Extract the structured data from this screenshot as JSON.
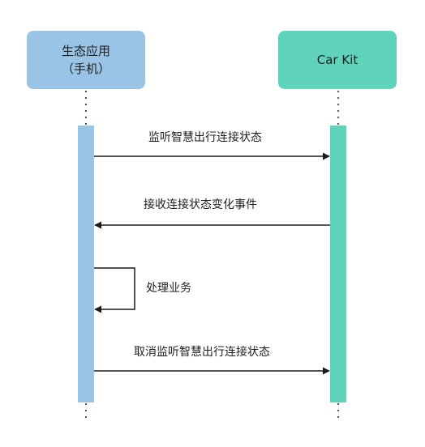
{
  "colors": {
    "left_actor": "#9ac4e6",
    "right_actor": "#5fd3bc",
    "arrow": "#1a1a1a",
    "text": "#1f1f1f"
  },
  "actors": {
    "left": {
      "line1": "生态应用",
      "line2": "（手机）"
    },
    "right": {
      "label": "Car Kit"
    }
  },
  "messages": {
    "m1": "监听智慧出行连接状态",
    "m2": "接收连接状态变化事件",
    "self": "处理业务",
    "m3": "取消监听智慧出行连接状态"
  }
}
